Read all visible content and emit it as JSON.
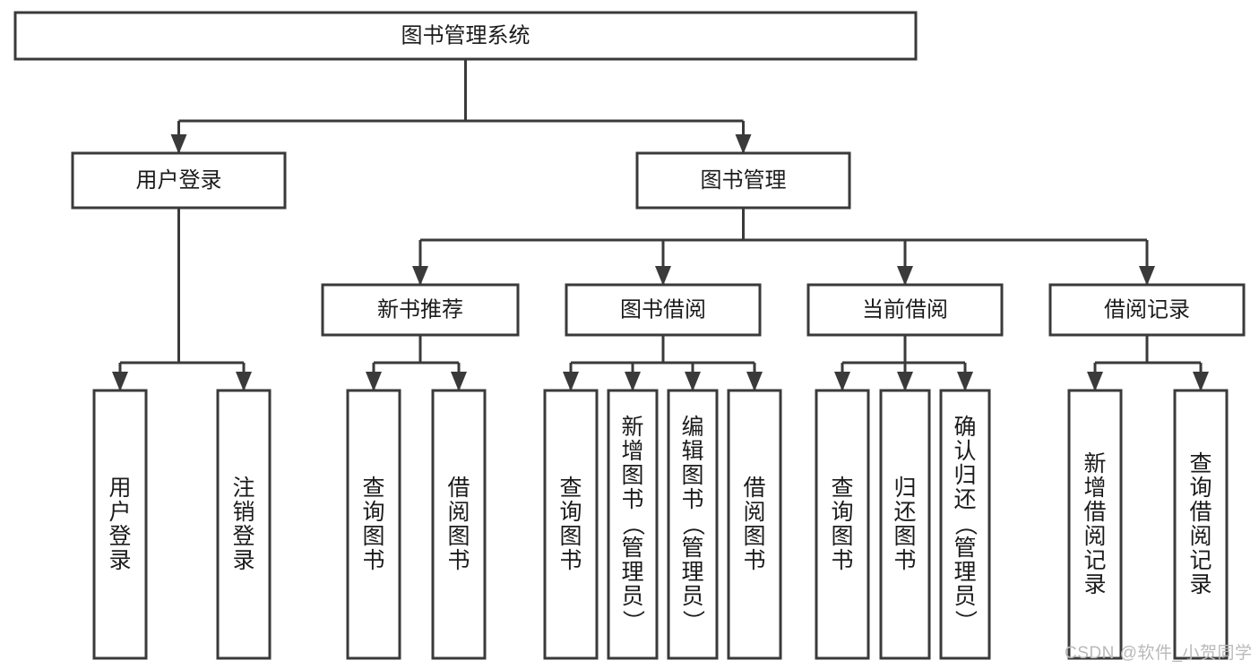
{
  "diagram": {
    "title": "图书管理系统",
    "type": "tree",
    "orientation": "top-down",
    "background_color": "#ffffff",
    "line_color": "#3a3a3a",
    "text_color": "#1b1b1b",
    "levels": [
      {
        "level": 1,
        "nodes": [
          {
            "id": "root",
            "label": "图书管理系统",
            "orientation": "horizontal"
          }
        ]
      },
      {
        "level": 2,
        "nodes": [
          {
            "id": "login",
            "label": "用户登录",
            "orientation": "horizontal",
            "parent": "root"
          },
          {
            "id": "bookmgmt",
            "label": "图书管理",
            "orientation": "horizontal",
            "parent": "root"
          }
        ]
      },
      {
        "level": 3,
        "nodes": [
          {
            "id": "newbook",
            "label": "新书推荐",
            "orientation": "horizontal",
            "parent": "bookmgmt"
          },
          {
            "id": "borrow",
            "label": "图书借阅",
            "orientation": "horizontal",
            "parent": "bookmgmt"
          },
          {
            "id": "current",
            "label": "当前借阅",
            "orientation": "horizontal",
            "parent": "bookmgmt"
          },
          {
            "id": "records",
            "label": "借阅记录",
            "orientation": "horizontal",
            "parent": "bookmgmt"
          }
        ]
      },
      {
        "level": 4,
        "nodes": [
          {
            "id": "leaf1",
            "label": "用户登录",
            "orientation": "vertical",
            "parent": "login"
          },
          {
            "id": "leaf2",
            "label": "注销登录",
            "orientation": "vertical",
            "parent": "login"
          },
          {
            "id": "leaf3",
            "label": "查询图书",
            "orientation": "vertical",
            "parent": "newbook"
          },
          {
            "id": "leaf4",
            "label": "借阅图书",
            "orientation": "vertical",
            "parent": "newbook"
          },
          {
            "id": "leaf5",
            "label": "查询图书",
            "orientation": "vertical",
            "parent": "borrow"
          },
          {
            "id": "leaf6",
            "label": "新增图书（管理员）",
            "orientation": "vertical",
            "parent": "borrow"
          },
          {
            "id": "leaf7",
            "label": "编辑图书（管理员）",
            "orientation": "vertical",
            "parent": "borrow"
          },
          {
            "id": "leaf8",
            "label": "借阅图书",
            "orientation": "vertical",
            "parent": "borrow"
          },
          {
            "id": "leaf9",
            "label": "查询图书",
            "orientation": "vertical",
            "parent": "current"
          },
          {
            "id": "leaf10",
            "label": "归还图书",
            "orientation": "vertical",
            "parent": "current"
          },
          {
            "id": "leaf11",
            "label": "确认归还（管理员）",
            "orientation": "vertical",
            "parent": "current"
          },
          {
            "id": "leaf12",
            "label": "新增借阅记录",
            "orientation": "vertical",
            "parent": "records"
          },
          {
            "id": "leaf13",
            "label": "查询借阅记录",
            "orientation": "vertical",
            "parent": "records"
          }
        ]
      }
    ]
  },
  "watermark": {
    "text": "CSDN @软件_小贺同学"
  }
}
